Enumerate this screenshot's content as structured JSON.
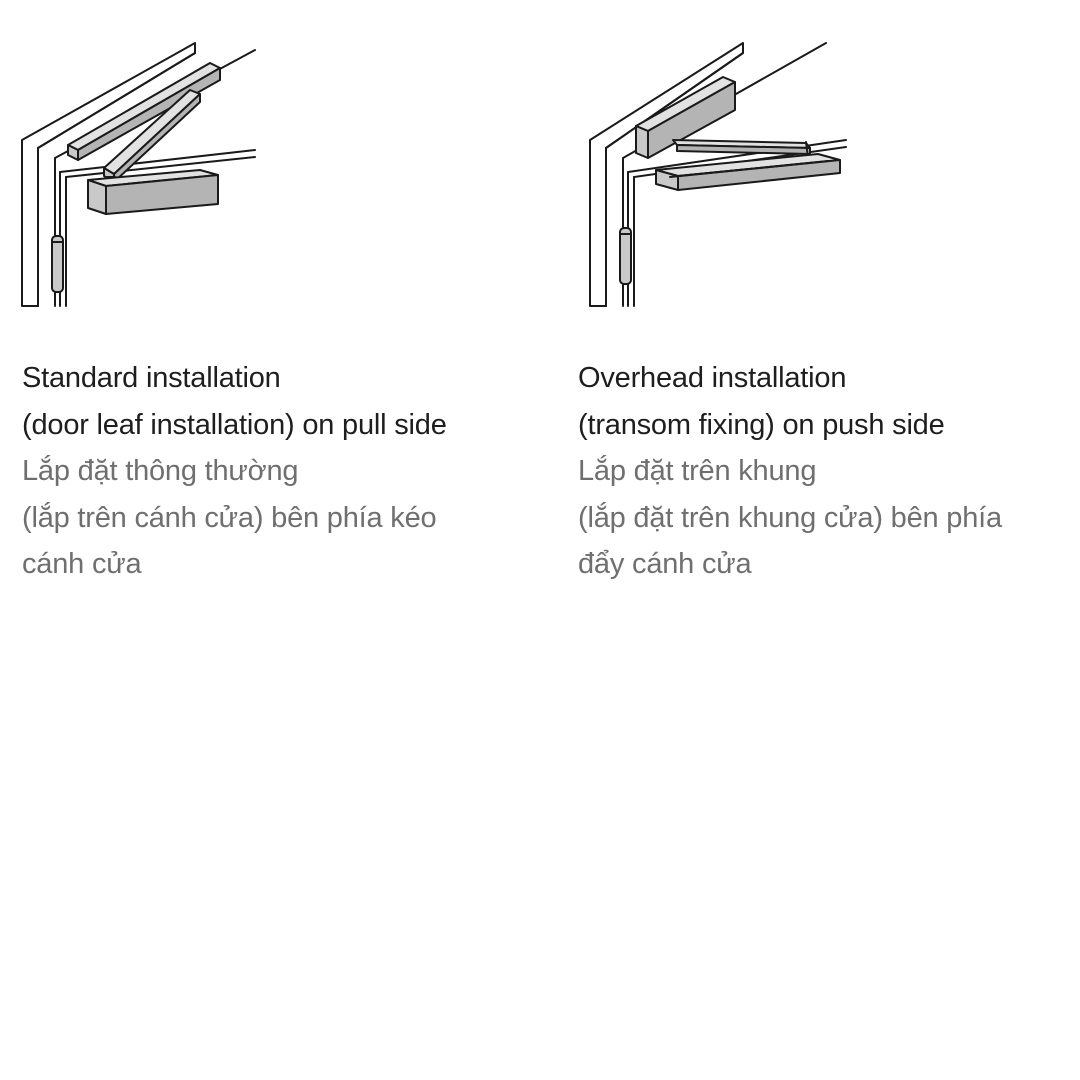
{
  "left": {
    "caption_en": [
      "Standard installation",
      "(door leaf installation) on pull side"
    ],
    "caption_vi": [
      "Lắp đặt thông thường",
      "(lắp trên cánh cửa) bên phía kéo",
      "cánh cửa"
    ]
  },
  "right": {
    "caption_en": [
      "Overhead installation",
      "(transom fixing) on push side"
    ],
    "caption_vi": [
      "Lắp đặt trên khung",
      "(lắp đặt trên khung cửa) bên phía",
      "đẩy cánh cửa"
    ]
  }
}
